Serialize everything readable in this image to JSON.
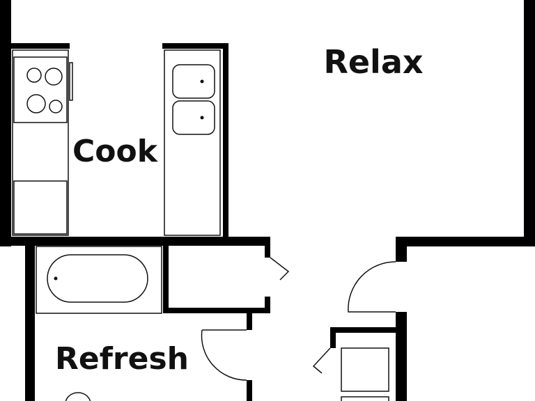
{
  "rooms": {
    "relax": "Relax",
    "cook": "Cook",
    "refresh": "Refresh"
  },
  "colors": {
    "wall": "#000000",
    "fixture": "#111111",
    "background": "#ffffff"
  }
}
